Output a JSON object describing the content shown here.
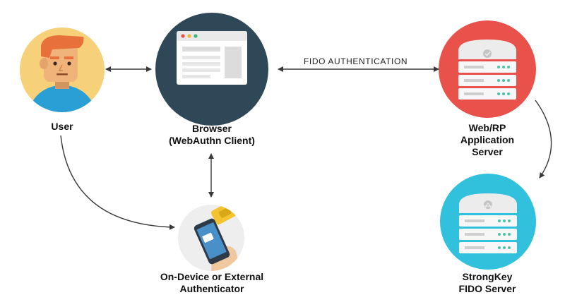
{
  "nodes": {
    "user": {
      "label": "User"
    },
    "browser": {
      "line1": "Browser",
      "line2": "(WebAuthn Client)"
    },
    "server": {
      "line1": "Web/RP",
      "line2": "Application",
      "line3": "Server"
    },
    "authenticator": {
      "line1": "On-Device or External",
      "line2": "Authenticator"
    },
    "fido": {
      "line1": "StrongKey",
      "line2": "FIDO Server"
    }
  },
  "edges": {
    "fido_auth_label": "FIDO AUTHENTICATION"
  },
  "colors": {
    "user_circle": "#f6d17a",
    "browser_circle": "#2f4858",
    "server_circle": "#e8524a",
    "fido_circle": "#31c1dc",
    "authenticator_circle": "#eeeeee",
    "line": "#3a3a3a"
  },
  "icons": {
    "user": "person-avatar-icon",
    "browser": "browser-window-icon",
    "server": "server-stack-icon",
    "fido": "server-stack-icon",
    "authenticator": "smartphone-key-icon"
  }
}
